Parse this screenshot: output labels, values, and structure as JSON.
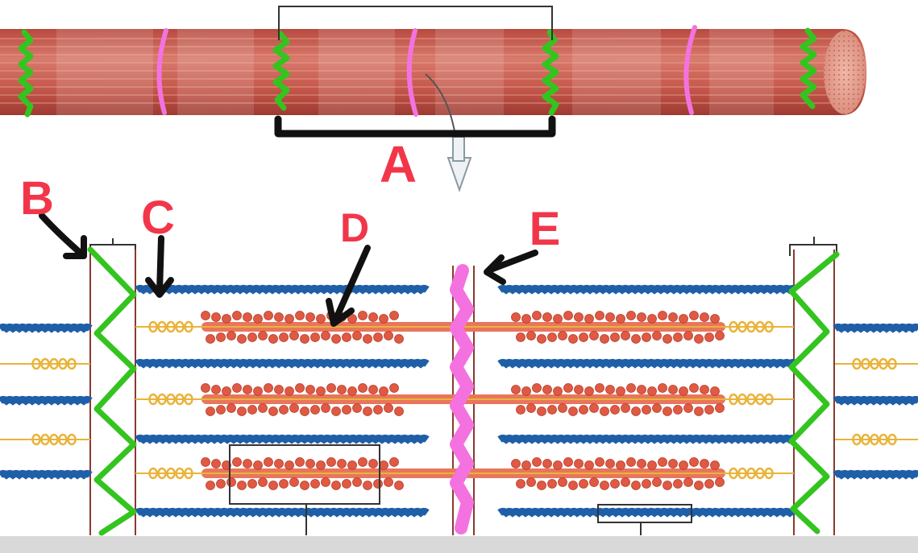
{
  "labels": {
    "a": "A",
    "b": "B",
    "c": "C",
    "d": "D",
    "e": "E"
  },
  "colors": {
    "muscle_fiber": "#c4564a",
    "z_line_marker": "#34c41f",
    "m_line_marker": "#f472e0",
    "label_text": "#f2364a",
    "annotation_arrow": "#111111",
    "thin_filament": "#1f5fa8",
    "thick_filament": "#e8765c",
    "titin": "#e9b43b"
  }
}
